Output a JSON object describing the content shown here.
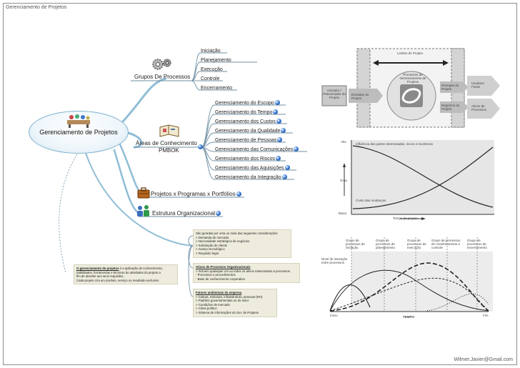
{
  "page_title": "Gerenciamento de Projetos",
  "footer": "Wilmer.Javier@Gmail.com",
  "central": {
    "label": "Gerenciamento de Projetos"
  },
  "grupos": {
    "label": "Grupos De Processos",
    "items": [
      "Iniciação",
      "Planejamento",
      "Execução",
      "Controle",
      "Encerramento"
    ]
  },
  "areas": {
    "label_line1": "Áreas de Conhecimento",
    "label_line2": "PMBOK",
    "items": [
      "Gerenciamento do Escopo",
      "Gerenciamento do Tempo",
      "Gerenciamento dos Custos",
      "Gerenciamento da Qualidade",
      "Gerenciamento de Pessoas",
      "Gerenciamento das Comunicações",
      "Gerenciamento dos Riscos",
      "Gerenciamento das Aquisições",
      "Gerenciamento da Integração"
    ]
  },
  "projetos": {
    "label": "Projetos x Programas x Portfólios"
  },
  "estrutura": {
    "label": "Estrutura Organizacional"
  },
  "notes": {
    "n1": [
      "São  geradas por uma ou mais das seguintes considerações:",
      "> Demanda de mercado",
      "> Necessidade estratégica de negócios",
      "> Solicitação de cliente",
      "> Avanço tecnológico",
      "> Requisito legal"
    ],
    "n2_title": "Ativos de Processos Organizacionais",
    "n2": [
      "> Incluem quaisquer um ou todos os ativos relacionados a processos.",
      "  - Processos e procedimentos",
      "  - Base de conhecimento corporativa"
    ],
    "n3_title": "Fatores ambientais da empresa",
    "n3": [
      ">  Cultura, estrutura, infraestrutura, pessoas (RH)",
      ">  Padrões governamentais ou do setor",
      ">  Condições de mercado",
      ">  Clima político",
      ">  Sistema de informações do Ger. de Projetos"
    ],
    "n4_title": "O gerenciamento de projetos",
    "n4": [
      "é a aplicação de conhecimento,",
      "habilidades, ferramentas e técnicas às atividades do projeto a",
      "fim de atender aos seus requisitos.",
      "Cada projeto cria um produto, serviço ou resultado exclusivo"
    ]
  },
  "fig1": {
    "limites": "Limites do Projeto",
    "iniciador": "Iniciador / Patrocinador do Projeto",
    "entradas": "Entradas do Projeto",
    "entregas": "Entregas do Projeto",
    "usuarios": "Usuários Finais",
    "registros": "Registros do Projeto",
    "ativos": "Ativos de Processos",
    "centro": "Processos de Gerenciamento de Projetos"
  },
  "fig2": {
    "title": "Influência das partes interessadas, riscos e incertezas",
    "custo": "Custo das mudanças",
    "alto": "Alto",
    "baixo": "Baixo",
    "grau": "Grau",
    "xlabel": "Tempo do projeto"
  },
  "fig3": {
    "ylabel": "Nível de interação entre processos",
    "groups": [
      "Grupo de processos de iniciação",
      "Grupo de processos de planejamento",
      "Grupo de processos de execução",
      "Grupo de processos de monitoramento e controle",
      "Grupo de processos de encerramento"
    ],
    "inicio": "Início",
    "fim": "Fim",
    "xlabel": "TEMPO"
  }
}
